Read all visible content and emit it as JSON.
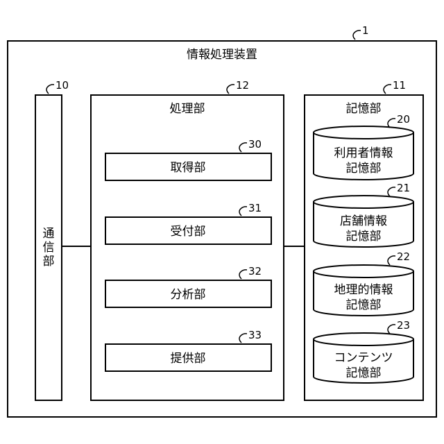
{
  "device": {
    "label": "情報処理装置",
    "ref": "1"
  },
  "comm": {
    "label_lines": [
      "通",
      "信",
      "部"
    ],
    "ref": "10"
  },
  "processing": {
    "label": "処理部",
    "ref": "12",
    "units": [
      {
        "label": "取得部",
        "ref": "30"
      },
      {
        "label": "受付部",
        "ref": "31"
      },
      {
        "label": "分析部",
        "ref": "32"
      },
      {
        "label": "提供部",
        "ref": "33"
      }
    ]
  },
  "storage": {
    "label": "記憶部",
    "ref": "11",
    "dbs": [
      {
        "lines": [
          "利用者情報",
          "記憶部"
        ],
        "ref": "20"
      },
      {
        "lines": [
          "店舗情報",
          "記憶部"
        ],
        "ref": "21"
      },
      {
        "lines": [
          "地理的情報",
          "記憶部"
        ],
        "ref": "22"
      },
      {
        "lines": [
          "コンテンツ",
          "記憶部"
        ],
        "ref": "23"
      }
    ]
  }
}
